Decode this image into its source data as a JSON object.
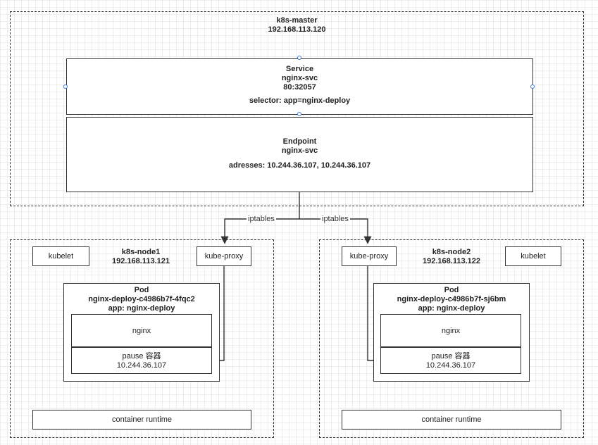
{
  "master": {
    "name": "k8s-master",
    "ip": "192.168.113.120"
  },
  "service": {
    "title": "Service",
    "name": "nginx-svc",
    "port": "80:32057",
    "selector": "selector: app=nginx-deploy"
  },
  "endpoint": {
    "title": "Endpoint",
    "name": "nginx-svc",
    "addresses": "adresses: 10.244.36.107, 10.244.36.107"
  },
  "edges": {
    "left_label": "iptables",
    "right_label": "iptables"
  },
  "node1": {
    "name": "k8s-node1",
    "ip": "192.168.113.121",
    "kubelet": "kubelet",
    "kube_proxy": "kube-proxy",
    "pod": {
      "title": "Pod",
      "name": "nginx-deploy-c4986b7f-4fqc2",
      "label": "app: nginx-deploy"
    },
    "container": "nginx",
    "pause": {
      "label": "pause 容器",
      "ip": "10.244.36.107"
    },
    "runtime": "container runtime"
  },
  "node2": {
    "name": "k8s-node2",
    "ip": "192.168.113.122",
    "kubelet": "kubelet",
    "kube_proxy": "kube-proxy",
    "pod": {
      "title": "Pod",
      "name": "nginx-deploy-c4986b7f-sj6bm",
      "label": "app: nginx-deploy"
    },
    "container": "nginx",
    "pause": {
      "label": "pause 容器",
      "ip": "10.244.36.107"
    },
    "runtime": "container runtime"
  },
  "colors": {
    "border": "#333333",
    "handle": "#3b7bd4",
    "grid": "#eeeeee"
  }
}
